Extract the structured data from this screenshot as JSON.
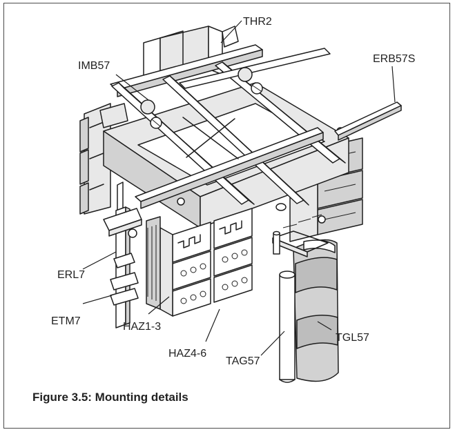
{
  "figure": {
    "caption": "Figure 3.5: Mounting details",
    "labels": {
      "thr2": "THR2",
      "imb57": "IMB57",
      "erb57s": "ERB57S",
      "erl7": "ERL7",
      "etm7": "ETM7",
      "haz1_3": "HAZ1-3",
      "haz4_6": "HAZ4-6",
      "tgl57": "TGL57",
      "tag57": "TAG57"
    }
  }
}
